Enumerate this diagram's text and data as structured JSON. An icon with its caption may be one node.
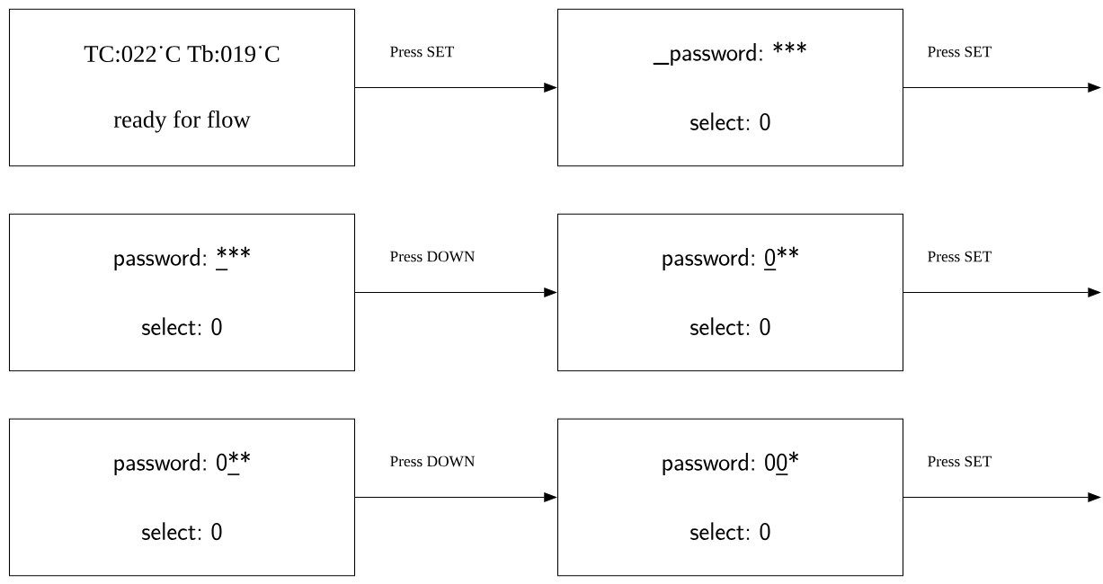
{
  "diagram": {
    "nodes": [
      {
        "text": [
          "TC:022˙C    Tb:019˙C",
          "ready for flow"
        ]
      },
      {
        "text": [
          "_password: ***",
          "select: 0"
        ]
      },
      {
        "text": [
          "password: ***",
          "select: 0"
        ]
      },
      {
        "text": [
          "password: 0**",
          "select: 0"
        ]
      },
      {
        "text": [
          "password: 0**",
          "select: 0"
        ]
      },
      {
        "text": [
          "password: 00*",
          "select: 0"
        ]
      }
    ],
    "edges": [
      {
        "from": 0,
        "to": 1,
        "arrow": "to",
        "label": "Press SET"
      },
      {
        "from": 1,
        "to": null,
        "arrow": "to",
        "label": "Press SET"
      },
      {
        "from": 2,
        "to": 3,
        "arrow": "to",
        "label": "Press DOWN"
      },
      {
        "from": 3,
        "to": null,
        "arrow": "to",
        "label": "Press SET"
      },
      {
        "from": 4,
        "to": 5,
        "arrow": "to",
        "label": "Press DOWN"
      },
      {
        "from": 5,
        "to": null,
        "arrow": "to",
        "label": "Press SET"
      }
    ]
  }
}
